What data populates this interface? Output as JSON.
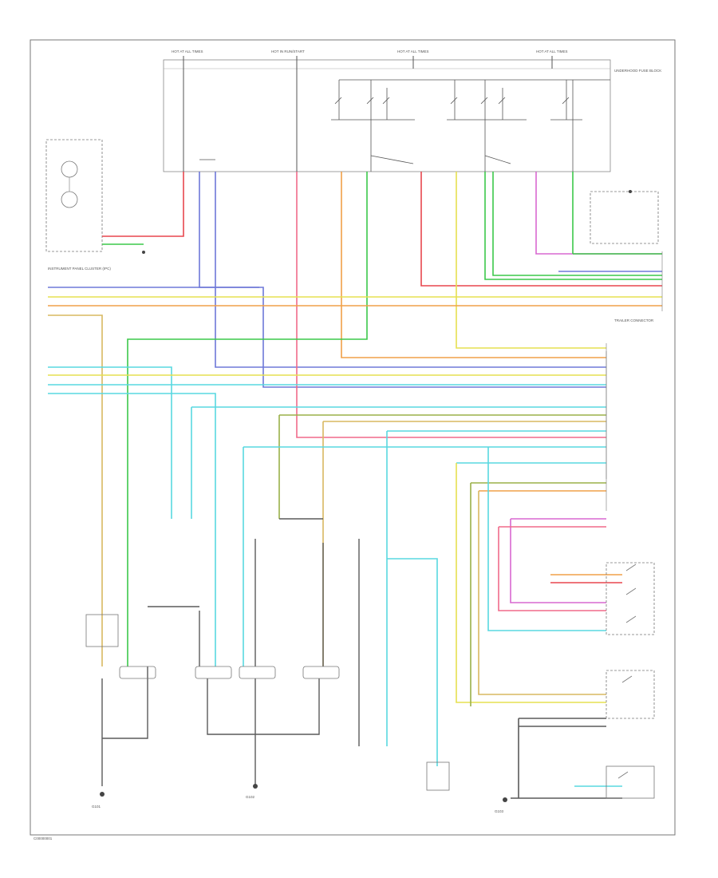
{
  "footer_code": "C00000001",
  "labels": {
    "fuse_top_1": "HOT AT ALL TIMES",
    "fuse_top_2": "HOT IN RUN/START",
    "fuse_top_3": "HOT AT ALL TIMES",
    "fuse_top_4": "HOT AT ALL TIMES",
    "fuse_block": "UNDERHOOD FUSE BLOCK",
    "cluster": "INSTRUMENT PANEL CLUSTER (IPC)",
    "trailer_connector": "TRAILER CONNECTOR",
    "ground_left": "G101",
    "ground_mid": "G102",
    "ground_right": "G103"
  },
  "colors": {
    "red": "#e8474e",
    "pink": "#f06a8a",
    "green": "#3cc84a",
    "blue": "#6e78d8",
    "orange": "#f0a048",
    "yellow": "#e6e050",
    "cyan": "#58d8e0",
    "tan": "#d8b860",
    "magenta": "#d868d0",
    "olive": "#9ab048",
    "dark": "#5a5a5a"
  }
}
